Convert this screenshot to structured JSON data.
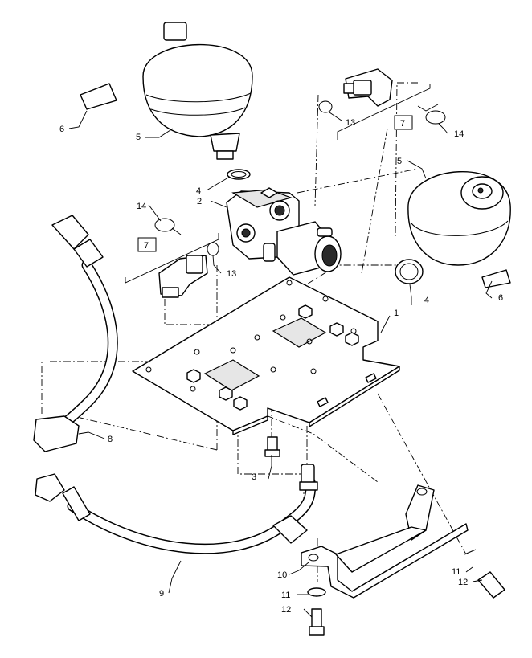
{
  "labels": {
    "p1": "1",
    "p2": "2",
    "p3": "3",
    "p4a": "4",
    "p4b": "4",
    "p5a": "5",
    "p5b": "5",
    "p6a": "6",
    "p6b": "6",
    "p7a": "7",
    "p7b": "7",
    "p8": "8",
    "p9": "9",
    "p10": "10",
    "p11a": "11",
    "p11b": "11",
    "p12a": "12",
    "p12b": "12",
    "p13a": "13",
    "p13b": "13",
    "p14a": "14",
    "p14b": "14"
  }
}
